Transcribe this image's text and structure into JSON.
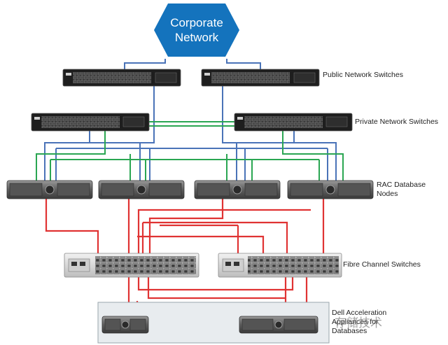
{
  "title_node": {
    "line1": "Corporate",
    "line2": "Network"
  },
  "labels": {
    "public_switches": "Public Network Switches",
    "private_switches": "Private Network Switches",
    "rac_line1": "RAC Database",
    "rac_line2": "Nodes",
    "fc_switches": "Fibre Channel Switches",
    "appliance_line1": "Dell Acceleration",
    "appliance_line2": "Appliances for",
    "appliance_line3": "Databases"
  },
  "watermark": "存储技术",
  "colors": {
    "hexagon": "#1473bd",
    "public_link": "#4a73b8",
    "private_link": "#2aa652",
    "fibre_link": "#e03333",
    "appliance_link": "#111111",
    "device_dark": "#1e1e1e",
    "server_body": "#6e6e6e"
  }
}
